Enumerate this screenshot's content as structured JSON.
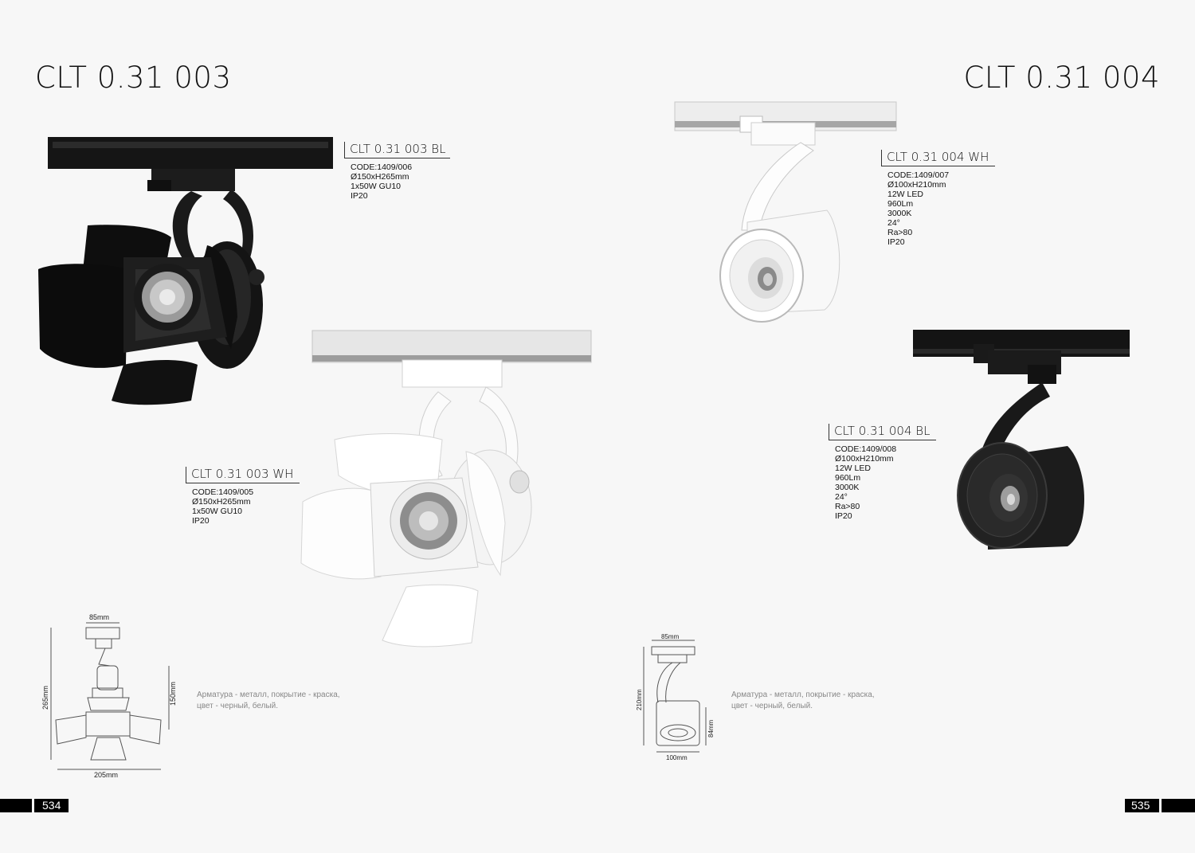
{
  "series_left": {
    "title": "CLT 0.31 003"
  },
  "series_right": {
    "title": "CLT 0.31 004"
  },
  "products": {
    "bl003": {
      "name": "CLT 0.31 003 BL",
      "specs": [
        "CODE:1409/006",
        "Ø150xH265mm",
        "1x50W GU10",
        "IP20"
      ]
    },
    "wh003": {
      "name": "CLT 0.31 003 WH",
      "specs": [
        "CODE:1409/005",
        "Ø150xH265mm",
        "1x50W GU10",
        "IP20"
      ]
    },
    "wh004": {
      "name": "CLT 0.31 004 WH",
      "specs": [
        "CODE:1409/007",
        "Ø100xH210mm",
        "12W LED",
        "960Lm",
        "3000K",
        "24°",
        "Ra>80",
        "IP20"
      ]
    },
    "bl004": {
      "name": "CLT 0.31 004 BL",
      "specs": [
        "CODE:1409/008",
        "Ø100xH210mm",
        "12W LED",
        "960Lm",
        "3000K",
        "24°",
        "Ra>80",
        "IP20"
      ]
    }
  },
  "description_left": [
    "Арматура - металл, покрытие - краска,",
    "цвет - черный, белый."
  ],
  "description_right": [
    "Арматура - металл, покрытие - краска,",
    "цвет - черный, белый."
  ],
  "dimensions_left": {
    "top": "85mm",
    "height": "265mm",
    "mid": "150mm",
    "width": "205mm"
  },
  "dimensions_right": {
    "top": "85mm",
    "height": "210mm",
    "head": "84mm",
    "width": "100mm"
  },
  "page_numbers": {
    "left": "534",
    "right": "535"
  },
  "colors": {
    "background": "#f7f7f7",
    "black_finish": "#151515",
    "white_finish": "#ffffff",
    "text": "#111111",
    "muted_text": "#888888"
  }
}
